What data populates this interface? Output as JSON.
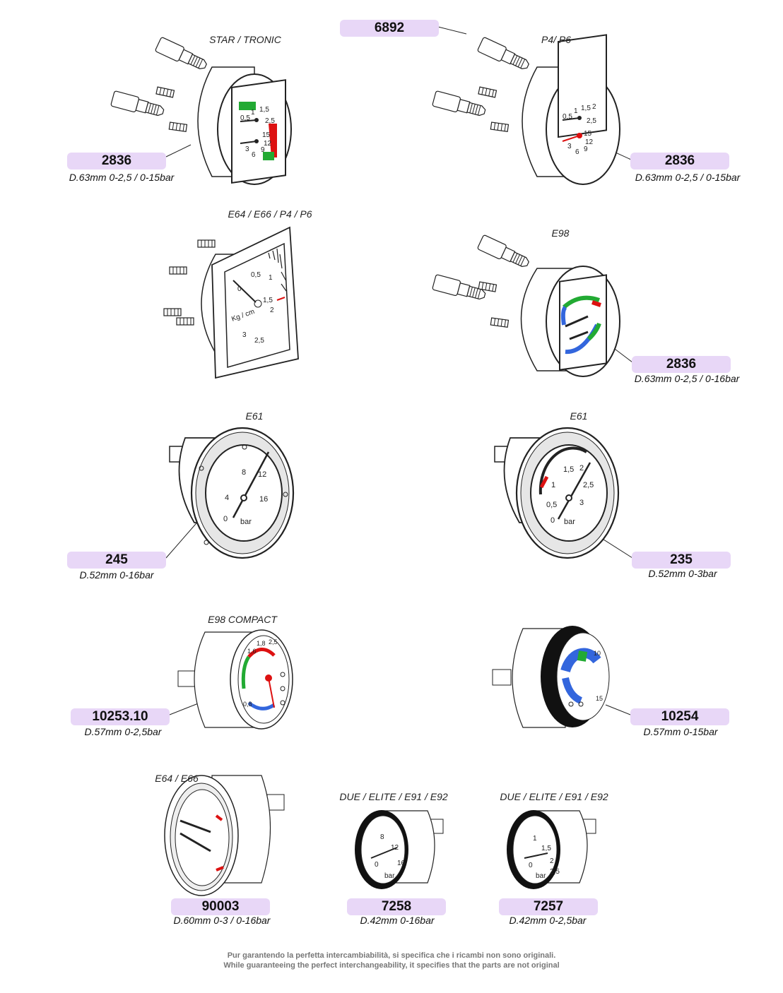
{
  "parts": [
    {
      "model": "STAR / TRONIC",
      "code": "2836",
      "desc": "D.63mm 0-2,5 / 0-15bar"
    },
    {
      "model": "",
      "code": "6892",
      "desc": ""
    },
    {
      "model": "P4/ P6",
      "code": "2836",
      "desc": "D.63mm 0-2,5 / 0-15bar"
    },
    {
      "model": "E64 / E66 / P4 / P6",
      "code": "",
      "desc": ""
    },
    {
      "model": "E98",
      "code": "2836",
      "desc": "D.63mm 0-2,5 / 0-16bar"
    },
    {
      "model": "E61",
      "code": "245",
      "desc": "D.52mm 0-16bar"
    },
    {
      "model": "E61",
      "code": "235",
      "desc": "D.52mm 0-3bar"
    },
    {
      "model": "E98 COMPACT",
      "code": "10253.10",
      "desc": "D.57mm 0-2,5bar"
    },
    {
      "model": "",
      "code": "10254",
      "desc": "D.57mm 0-15bar"
    },
    {
      "model": "E64 / E66",
      "code": "90003",
      "desc": "D.60mm 0-3 / 0-16bar"
    },
    {
      "model": "DUE / ELITE / E91 / E92",
      "code": "7258",
      "desc": "D.42mm 0-16bar"
    },
    {
      "model": "DUE / ELITE / E91 / E92",
      "code": "7257",
      "desc": "D.42mm 0-2,5bar"
    }
  ],
  "footer": {
    "line_it": "Pur garantendo la perfetta intercambiabilità, si specifica che i ricambi non sono originali.",
    "line_en": "While guaranteeing the perfect interchangeability, it specifies that the parts are not original"
  },
  "colors": {
    "badge": "#e8d7f7",
    "red": "#dd1111",
    "green": "#22aa33",
    "blue": "#3366dd"
  }
}
